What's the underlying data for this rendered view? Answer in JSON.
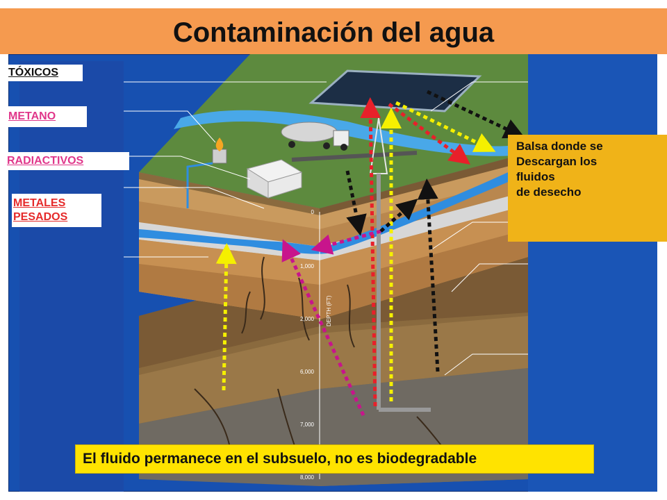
{
  "title": "Contaminación del agua",
  "labels": {
    "toxicos": "TÓXICOS",
    "metano": "METANO",
    "radiactivos": "RADIACTIVOS",
    "metales_line1": "METALES",
    "metales_line2": "PESADOS"
  },
  "callout": {
    "line1": "Balsa donde se",
    "line2": "Descargan los",
    "line3": "fluidos",
    "line4": "de desecho"
  },
  "bottom_note": "El fluido permanece en el subsuelo, no es biodegradable",
  "depth_scale": {
    "ticks": [
      "0",
      "1,000",
      "2,000",
      "6,000",
      "7,000",
      "8,000"
    ],
    "axis_label": "DEPTH (FT)"
  },
  "colors": {
    "title_bar": "#f59a4f",
    "background": "#1750b0",
    "callout": "#f0b318",
    "bottom_note": "#ffe300",
    "arrow_red": "#e8202a",
    "arrow_yellow": "#f5f000",
    "arrow_magenta": "#c8148c",
    "arrow_black": "#111111"
  }
}
